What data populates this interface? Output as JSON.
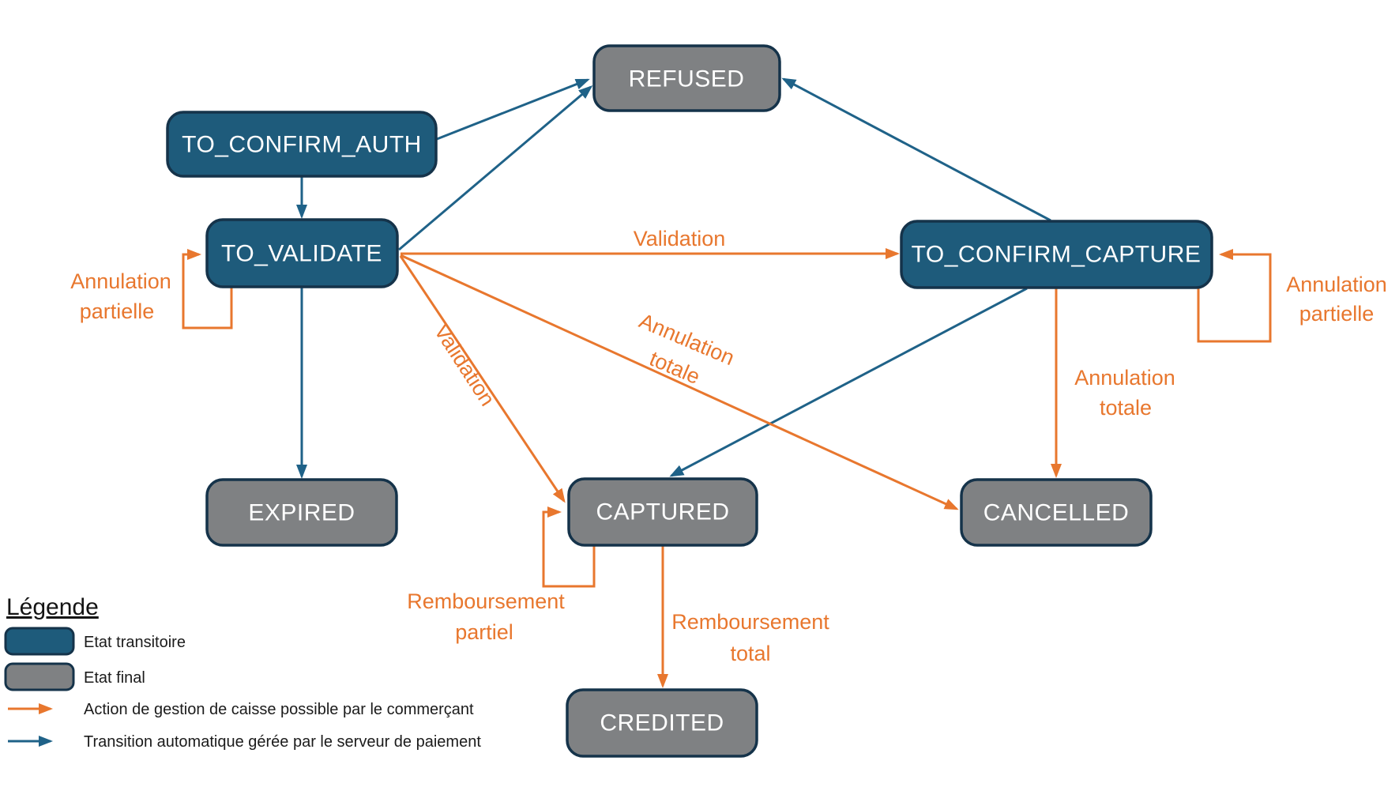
{
  "states": {
    "refused": "REFUSED",
    "to_confirm_auth": "TO_CONFIRM_AUTH",
    "to_validate": "TO_VALIDATE",
    "to_confirm_capture": "TO_CONFIRM_CAPTURE",
    "expired": "EXPIRED",
    "captured": "CAPTURED",
    "cancelled": "CANCELLED",
    "credited": "CREDITED"
  },
  "edge_labels": {
    "validation_main": "Validation",
    "validation_capture": "Validation",
    "annulation_totale_mid": {
      "line1": "Annulation",
      "line2": "totale"
    },
    "annulation_partielle_left": {
      "line1": "Annulation",
      "line2": "partielle"
    },
    "annulation_partielle_right": {
      "line1": "Annulation",
      "line2": "partielle"
    },
    "annulation_totale_right": {
      "line1": "Annulation",
      "line2": "totale"
    },
    "remboursement_partiel": {
      "line1": "Remboursement",
      "line2": "partiel"
    },
    "remboursement_total": {
      "line1": "Remboursement",
      "line2": "total"
    }
  },
  "legend": {
    "title": "Légende",
    "items": [
      {
        "label": "Etat transitoire"
      },
      {
        "label": "Etat final"
      },
      {
        "label": "Action de gestion de caisse possible par le commerçant"
      },
      {
        "label": "Transition automatique gérée par le serveur de paiement"
      }
    ]
  },
  "colors": {
    "transient_fill": "#1E5B7B",
    "final_fill": "#7F8183",
    "box_border": "#15334A",
    "merchant_action_arrow": "#E8772E",
    "auto_transition_arrow": "#1F6288"
  }
}
